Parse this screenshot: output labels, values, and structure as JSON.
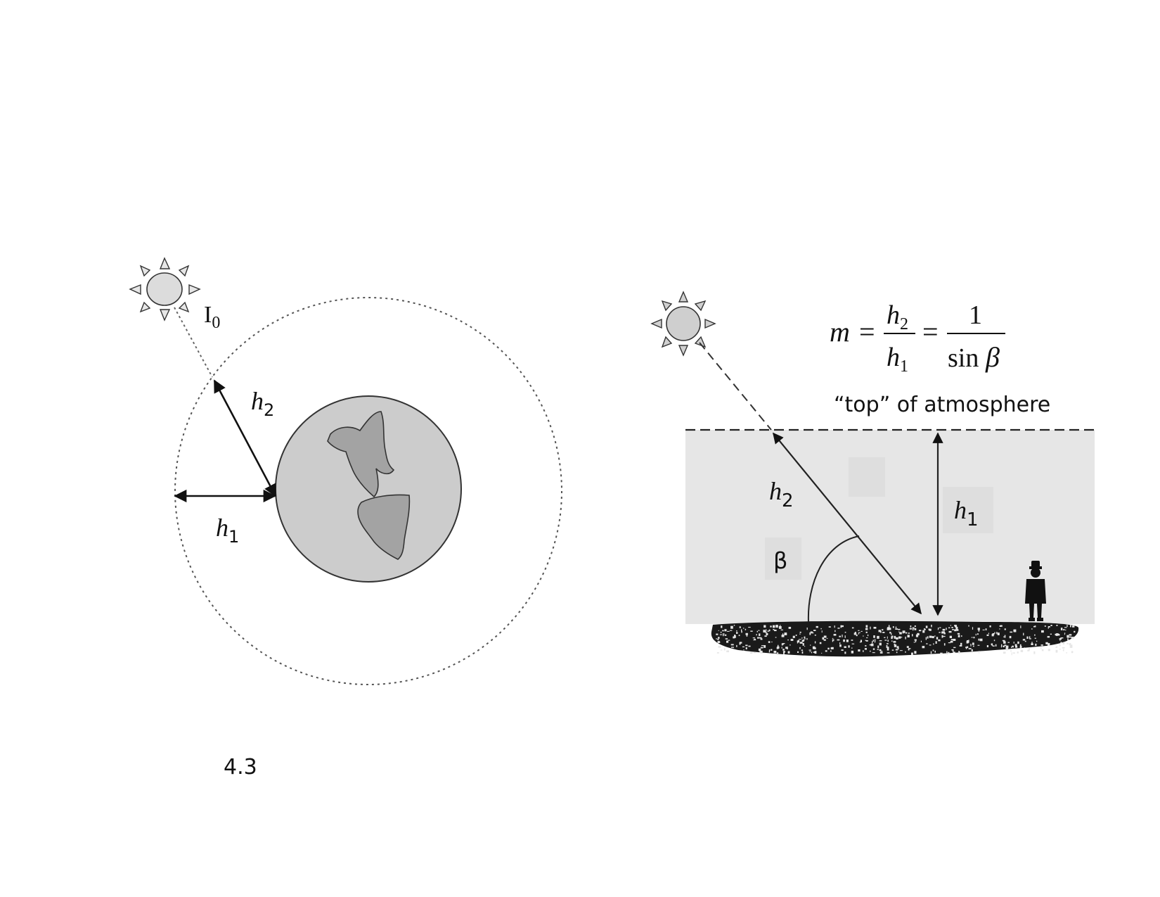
{
  "left_diagram": {
    "intensity_label": "I",
    "intensity_subscript": "0",
    "h2_label": "h",
    "h2_subscript": "2",
    "h1_label": "h",
    "h1_subscript": "1"
  },
  "right_diagram": {
    "formula": {
      "m": "m",
      "equals_1": "=",
      "numerator_h": "h",
      "numerator_sub": "2",
      "denominator_h": "h",
      "denominator_sub": "1",
      "equals_2": "=",
      "one": "1",
      "sin": "sin",
      "beta": "β"
    },
    "top_label": "“top” of atmosphere",
    "h2_label": "h",
    "h2_subscript": "2",
    "h1_label": "h",
    "h1_subscript": "1",
    "beta_label": "β"
  },
  "figure_number": "4.3"
}
